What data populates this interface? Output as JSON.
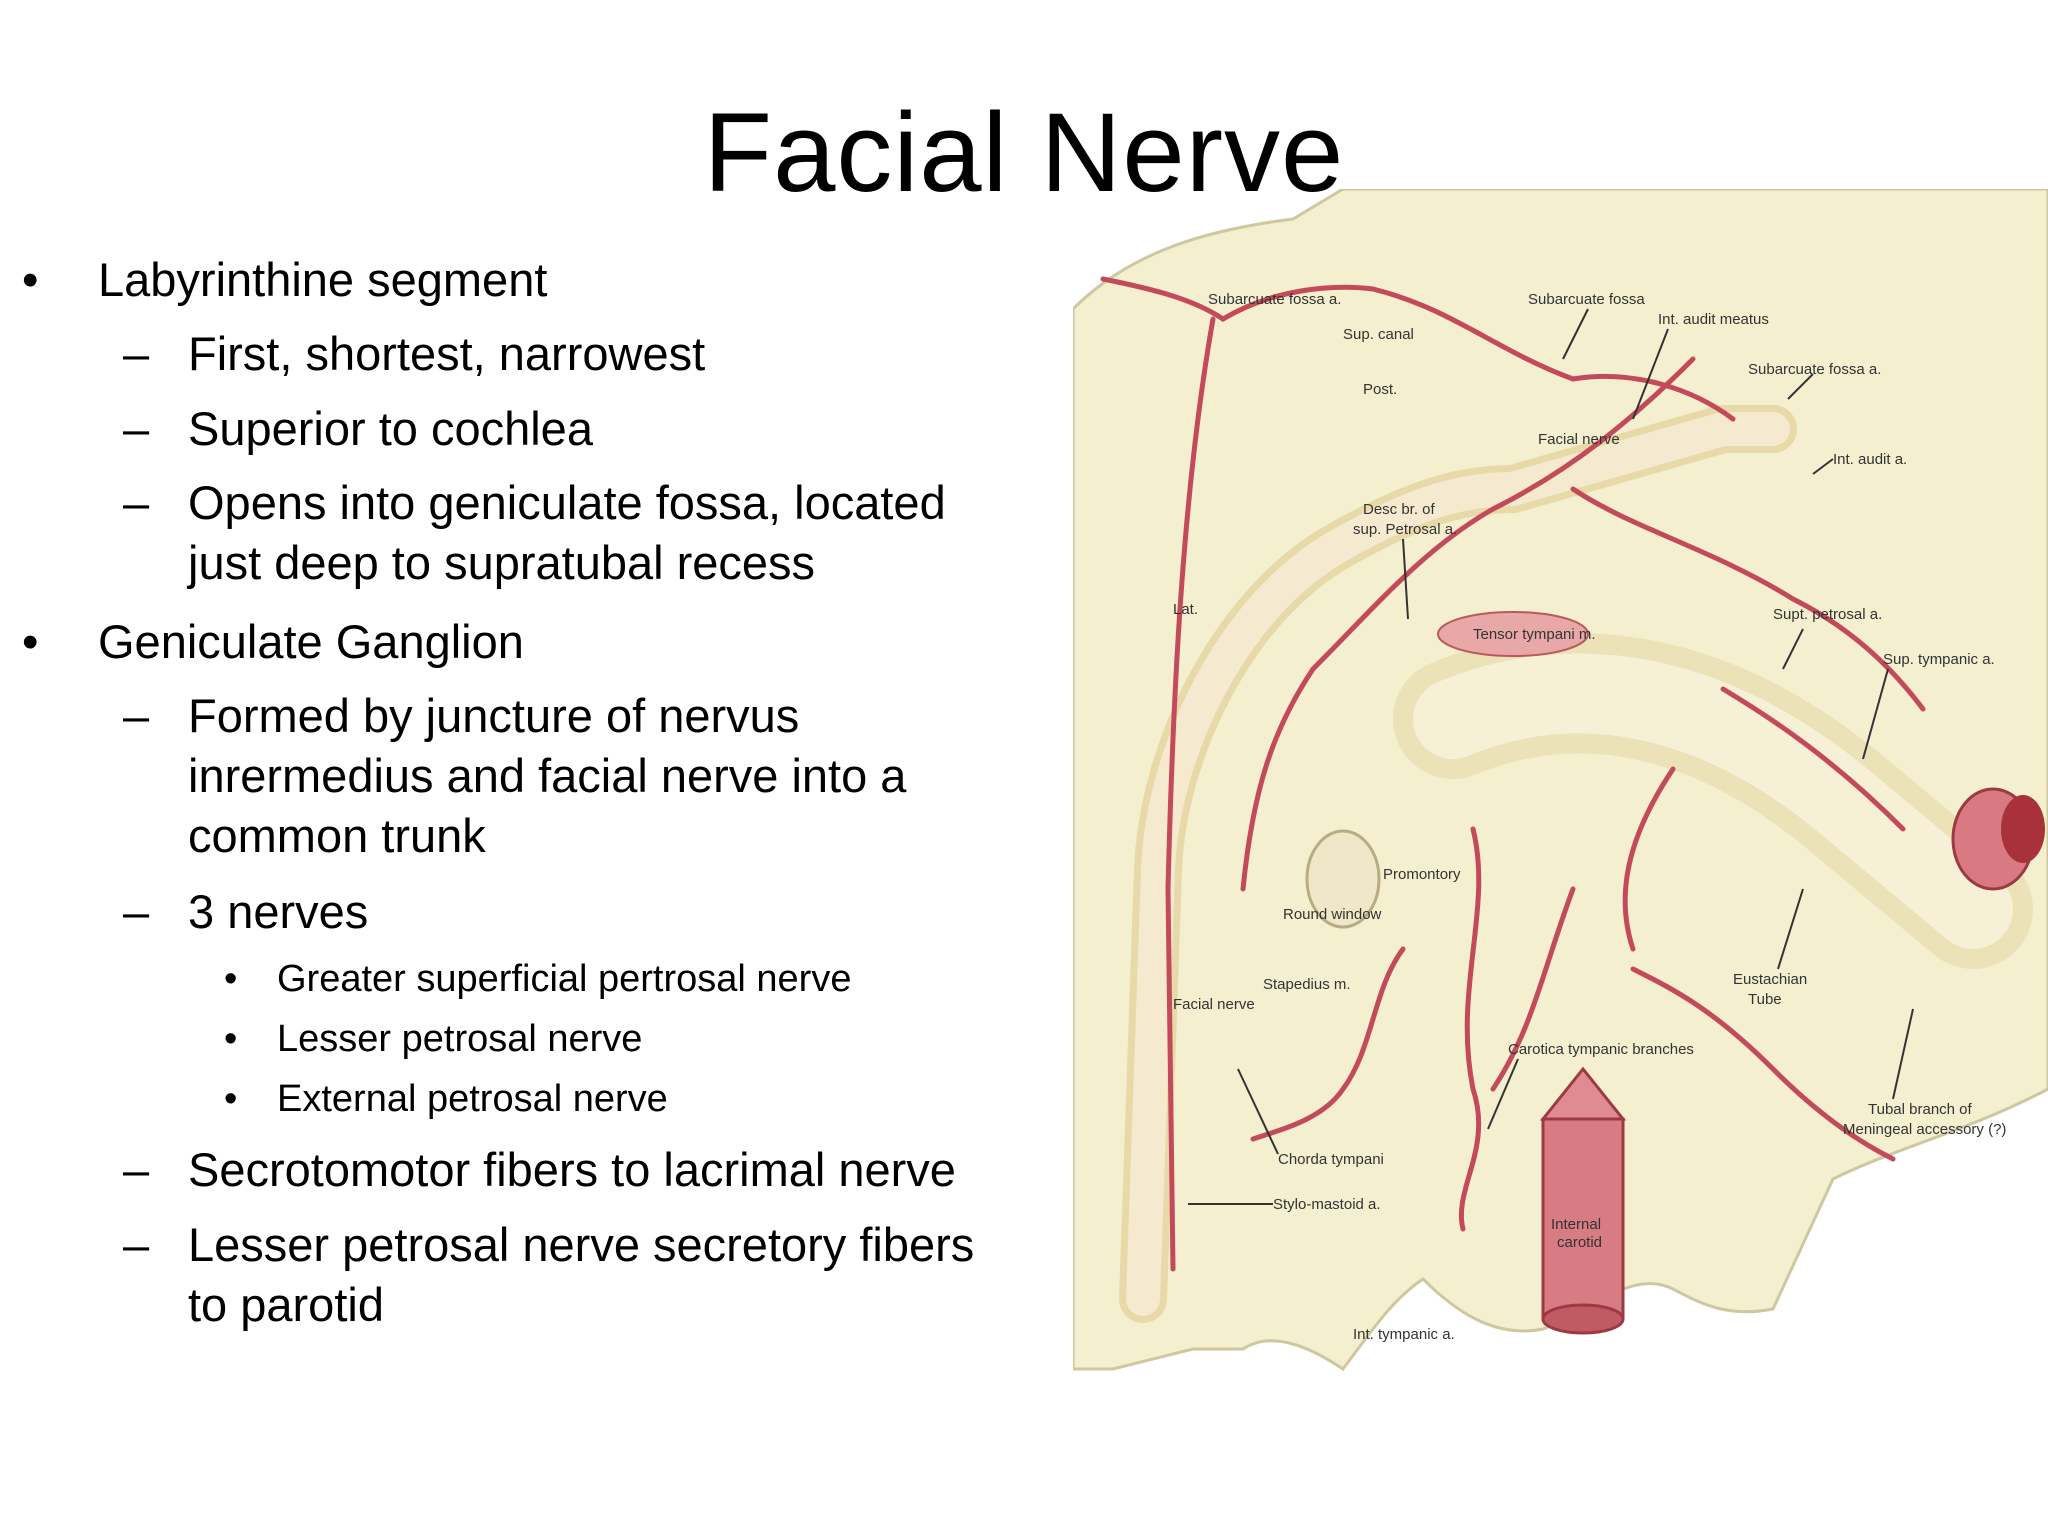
{
  "slide": {
    "title": "Facial Nerve"
  },
  "bullets": {
    "b1": "Labyrinthine segment",
    "b1_1": "First, shortest, narrowest",
    "b1_2": "Superior to cochlea",
    "b1_3a": "Opens into geniculate fossa, located",
    "b1_3b": "just deep to supratubal recess",
    "b2": "Geniculate Ganglion",
    "b2_1a": "Formed by juncture of nervus",
    "b2_1b": "inrermedius and facial nerve into a",
    "b2_1c": "common trunk",
    "b2_2": "3 nerves",
    "b2_2_1": "Greater superficial pertrosal nerve",
    "b2_2_2": "Lesser petrosal nerve",
    "b2_2_3": "External petrosal nerve",
    "b2_3": "Secrotomotor fibers to lacrimal nerve",
    "b2_4a": "Lesser petrosal nerve secretory fibers",
    "b2_4b": "to parotid"
  },
  "markers": {
    "bullet": "•",
    "dash": "–"
  },
  "figure": {
    "labels": {
      "subarcuate_fossa_a_left": "Subarcuate fossa a.",
      "sup_canal": "Sup. canal",
      "post": "Post.",
      "subarcuate_fossa": "Subarcuate fossa",
      "int_audit_meatus": "Int. audit meatus",
      "subarcuate_fossa_a_right": "Subarcuate fossa a.",
      "facial_nerve_top": "Facial nerve",
      "int_audit_a": "Int. audit a.",
      "desc_br_1": "Desc br. of",
      "desc_br_2": "sup. Petrosal a.",
      "lat": "Lat.",
      "tensor_tympani": "Tensor tympani m.",
      "supt_petrosal": "Supt. petrosal a.",
      "sup_tympanic": "Sup. tympanic a.",
      "promontory": "Promontory",
      "round_window": "Round window",
      "stapedius": "Stapedius m.",
      "facial_nerve_left": "Facial nerve",
      "eustachian_1": "Eustachian",
      "eustachian_2": "Tube",
      "carotica": "Carotica tympanic branches",
      "tubal_1": "Tubal branch of",
      "tubal_2": "Meningeal accessory (?)",
      "chorda": "Chorda tympani",
      "stylo": "Stylo-mastoid a.",
      "internal": "Internal",
      "carotid": "carotid",
      "int_tympanic": "Int. tympanic a."
    }
  }
}
